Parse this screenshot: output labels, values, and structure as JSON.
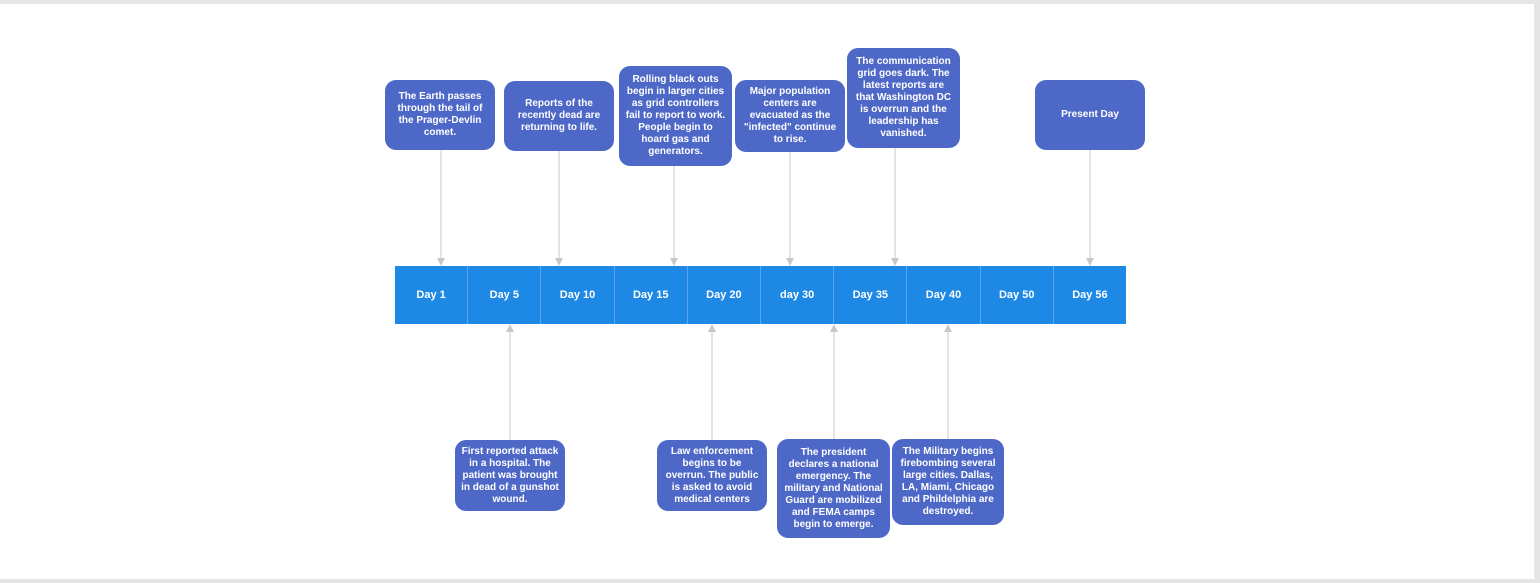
{
  "timeline": {
    "days": [
      "Day 1",
      "Day 5",
      "Day 10",
      "Day 15",
      "Day 20",
      "day 30",
      "Day 35",
      "Day 40",
      "Day 50",
      "Day 56"
    ]
  },
  "events_top": [
    {
      "text": "The Earth passes through the tail of the Prager-Devlin comet."
    },
    {
      "text": "Reports of the recently dead are returning to life."
    },
    {
      "text": "Rolling black outs begin in larger cities as grid controllers fail to report to work. People begin to hoard gas and generators."
    },
    {
      "text": "Major population centers are evacuated as the \"infected\" continue to rise."
    },
    {
      "text": "The communication grid goes dark. The latest reports are that Washington DC is overrun and the leadership has vanished."
    },
    {
      "text": "Present Day"
    }
  ],
  "events_bottom": [
    {
      "text": "First reported attack in a hospital. The patient was brought in dead of a gunshot wound."
    },
    {
      "text": "Law enforcement begins to be overrun. The public is asked to avoid medical centers"
    },
    {
      "text": "The president declares a national emergency. The military and National Guard are mobilized and FEMA camps begin to emerge."
    },
    {
      "text": "The Military begins firebombing several large cities. Dallas, LA, Miami, Chicago and Phildelphia are destroyed."
    }
  ],
  "colors": {
    "timeline_bar": "#1e88e5",
    "event_box": "#4e68c7",
    "connector": "#c8c8c8"
  }
}
